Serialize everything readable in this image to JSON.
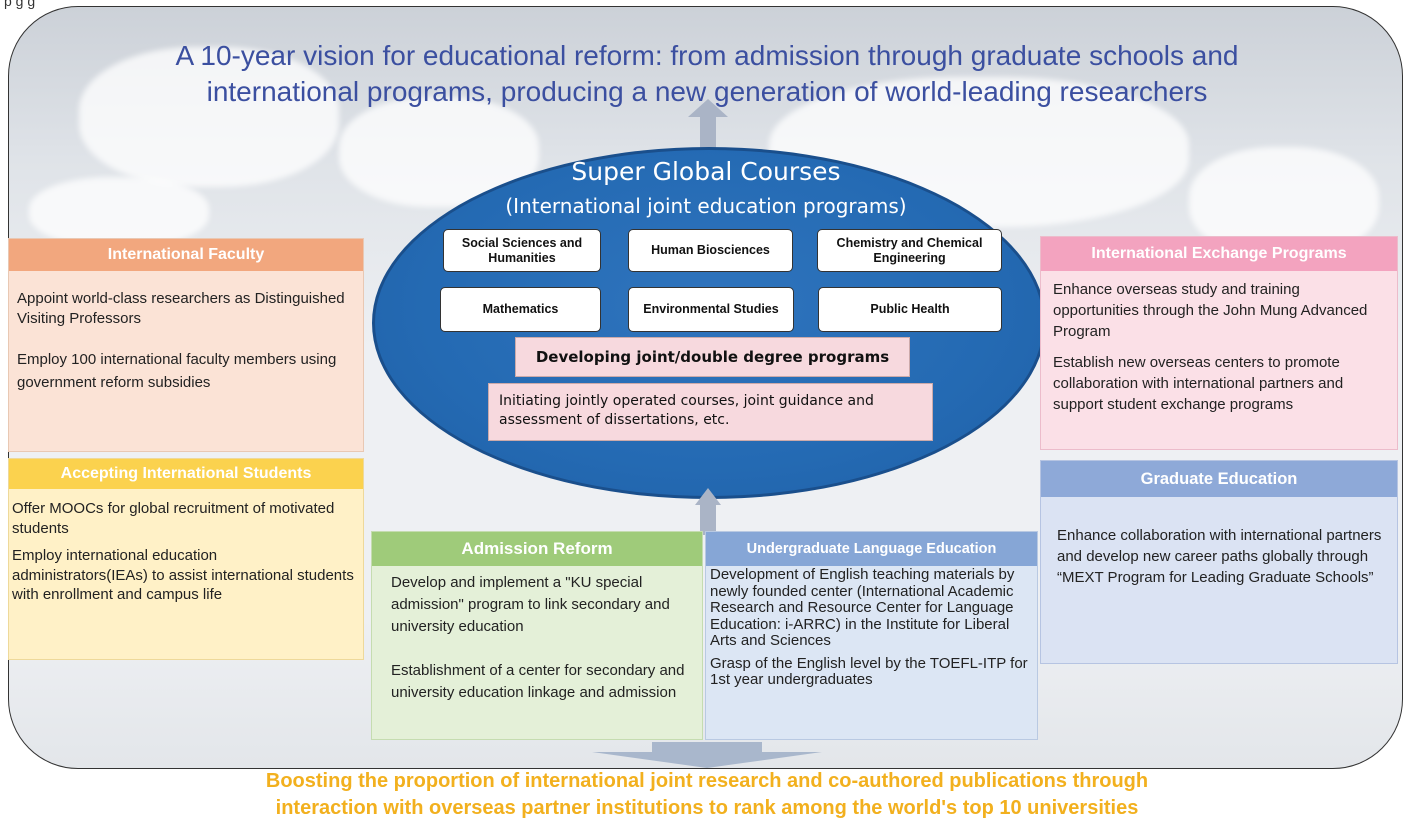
{
  "top_snippet": "p                       g                                   g",
  "vision_line1": "A 10-year vision for educational reform: from admission through graduate schools and",
  "vision_line2": "international programs, producing a new generation of world-leading researchers",
  "super_global": {
    "title": "Super Global Courses",
    "subtitle": "(International joint education programs)",
    "programs": [
      "Social Sciences and Humanities",
      "Human Biosciences",
      "Chemistry and Chemical Engineering",
      "Mathematics",
      "Environmental Studies",
      "Public Health"
    ],
    "degree_label": "Developing joint/double degree programs",
    "courses_text": "Initiating jointly operated courses, joint guidance and assessment of dissertations, etc."
  },
  "intl_faculty": {
    "header": "International Faculty",
    "items": [
      "Appoint world-class researchers as Distinguished Visiting Professors",
      "Employ 100 international faculty members using government reform subsidies"
    ]
  },
  "accepting_students": {
    "header": "Accepting International Students",
    "items": [
      "Offer MOOCs  for global recruitment of motivated students",
      "Employ international education administrators(IEAs) to assist international students with enrollment and campus life"
    ]
  },
  "admission_reform": {
    "header": "Admission Reform",
    "items": [
      "Develop and implement a \"KU special admission\" program to link secondary and university education",
      "Establishment of a center for secondary and university education linkage and admission"
    ]
  },
  "undergrad_language": {
    "header": "Undergraduate Language Education",
    "items": [
      "Development of English teaching materials by newly founded center (International Academic Research and Resource Center for Language Education: i-ARRC) in the Institute for Liberal Arts and Sciences",
      "Grasp of the English level by the TOEFL-ITP for 1st year undergraduates"
    ]
  },
  "intl_exchange": {
    "header": "International Exchange Programs",
    "items": [
      "Enhance overseas study and training opportunities through the John Mung Advanced Program",
      "Establish new overseas centers to promote collaboration with international partners and support student exchange programs"
    ]
  },
  "graduate_education": {
    "header": "Graduate Education",
    "items": [
      "Enhance collaboration with international partners and develop new career paths globally through “MEXT Program for Leading Graduate Schools”"
    ]
  },
  "bottom_line1": "Boosting the proportion of international joint research and co-authored publications through",
  "bottom_line2": "interaction with overseas partner institutions to rank among the world's top 10 universities",
  "colors": {
    "title_blue": "#3b4fa0",
    "ellipse_blue": "#246ab3",
    "faculty_header": "#f2a77e",
    "faculty_body": "#fbe3d6",
    "students_header": "#fbd24e",
    "students_body": "#fff1c7",
    "admission_header": "#9fcb7a",
    "admission_body": "#e4f0d8",
    "language_header": "#86a6d6",
    "language_body": "#dce6f4",
    "exchange_header": "#f3a3bf",
    "exchange_body": "#fbe0e7",
    "graduate_header": "#8ea9d8",
    "graduate_body": "#dbe3f3",
    "bottom_text": "#f2b01e"
  }
}
